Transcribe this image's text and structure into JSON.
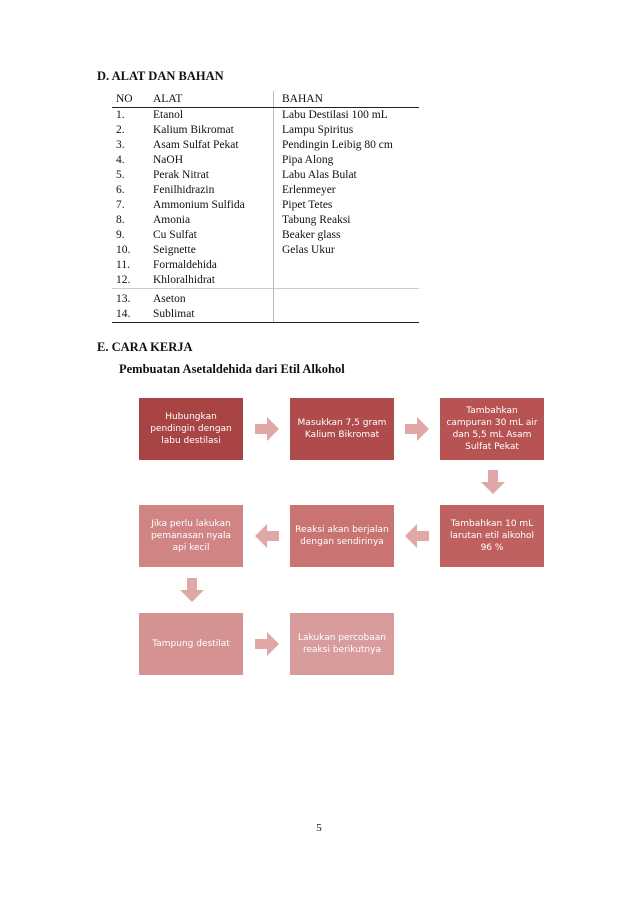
{
  "section_d": {
    "title": "D. ALAT DAN BAHAN"
  },
  "table": {
    "headers": {
      "no": "NO",
      "alat": "ALAT",
      "bahan": "BAHAN"
    },
    "rows": [
      {
        "no": "1.",
        "alat": "Etanol",
        "bahan": "Labu Destilasi 100 mL"
      },
      {
        "no": "2.",
        "alat": "Kalium Bikromat",
        "bahan": "Lampu Spiritus"
      },
      {
        "no": "3.",
        "alat": "Asam Sulfat Pekat",
        "bahan": "Pendingin Leibig 80 cm"
      },
      {
        "no": "4.",
        "alat": "NaOH",
        "bahan": "Pipa Along"
      },
      {
        "no": "5.",
        "alat": "Perak Nitrat",
        "bahan": "Labu Alas Bulat"
      },
      {
        "no": "6.",
        "alat": "Fenilhidrazin",
        "bahan": "Erlenmeyer"
      },
      {
        "no": "7.",
        "alat": "Ammonium Sulfida",
        "bahan": "Pipet Tetes"
      },
      {
        "no": "8.",
        "alat": "Amonia",
        "bahan": "Tabung Reaksi"
      },
      {
        "no": "9.",
        "alat": "Cu Sulfat",
        "bahan": "Beaker glass"
      },
      {
        "no": "10.",
        "alat": "Seignette",
        "bahan": "Gelas Ukur"
      },
      {
        "no": "11.",
        "alat": "Formaldehida",
        "bahan": ""
      },
      {
        "no": "12.",
        "alat": "Khloralhidrat",
        "bahan": ""
      },
      {
        "no": "13.",
        "alat": "Aseton",
        "bahan": ""
      },
      {
        "no": "14.",
        "alat": "Sublimat",
        "bahan": ""
      }
    ]
  },
  "section_e": {
    "title": "E. CARA KERJA",
    "subtitle": "Pembuatan Asetaldehida dari Etil Alkohol"
  },
  "flow": {
    "steps": [
      "Hubungkan pendingin dengan labu destilasi",
      "Masukkan 7,5 gram Kalium Bikromat",
      "Tambahkan campuran 30 mL air dan 5,5 mL Asam Sulfat Pekat",
      "Tambahkan 10 mL larutan etil alkohol 96 %",
      "Reaksi akan berjalan dengan sendirinya",
      "Jika perlu lakukan pemanasan nyala api kecil",
      "Tampung destilat",
      "Lakukan percobaan reaksi berikutnya"
    ],
    "colors": [
      "#a94444",
      "#b04b4b",
      "#b75353",
      "#c06161",
      "#c97373",
      "#d08484",
      "#d49292",
      "#d89c9c"
    ],
    "arrow_color": "#e0a7a7"
  },
  "page_number": "5"
}
